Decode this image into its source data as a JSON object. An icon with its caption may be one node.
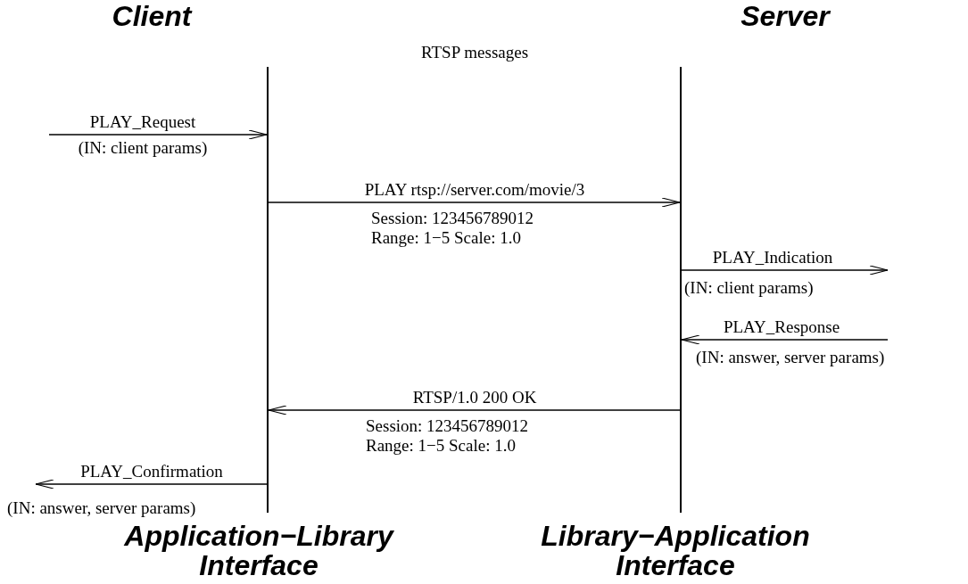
{
  "diagram": {
    "nodes": [
      {
        "text": [],
        "shape": "bar"
      },
      {
        "text": [],
        "shape": "bar"
      }
    ],
    "edges": [
      {
        "from": null,
        "to": 0,
        "arrow": "to",
        "label": "PLAY_Request"
      },
      {
        "from": 0,
        "to": 1,
        "arrow": "to",
        "label": "PLAY rtsp://server.com/movie/3"
      },
      {
        "from": 1,
        "to": null,
        "arrow": "to",
        "label": "PLAY_Indication"
      },
      {
        "from": null,
        "to": 1,
        "arrow": "to",
        "label": "PLAY_Response"
      },
      {
        "from": 1,
        "to": 0,
        "arrow": "to",
        "label": "RTSP/1.0 200 OK"
      },
      {
        "from": 0,
        "to": null,
        "arrow": "to",
        "label": "PLAY_Confirmation"
      }
    ],
    "labels": [
      "Client",
      "Server",
      "RTSP messages",
      "(IN: client params)",
      "Session: 123456789012",
      "Range: 1−5 Scale: 1.0",
      "(IN: client params)",
      "(IN: answer, server params)",
      "Session: 123456789012",
      "Range: 1−5 Scale: 1.0",
      "(IN: answer, server params)",
      "Application−Library Interface",
      "Library−Application Interface"
    ]
  }
}
